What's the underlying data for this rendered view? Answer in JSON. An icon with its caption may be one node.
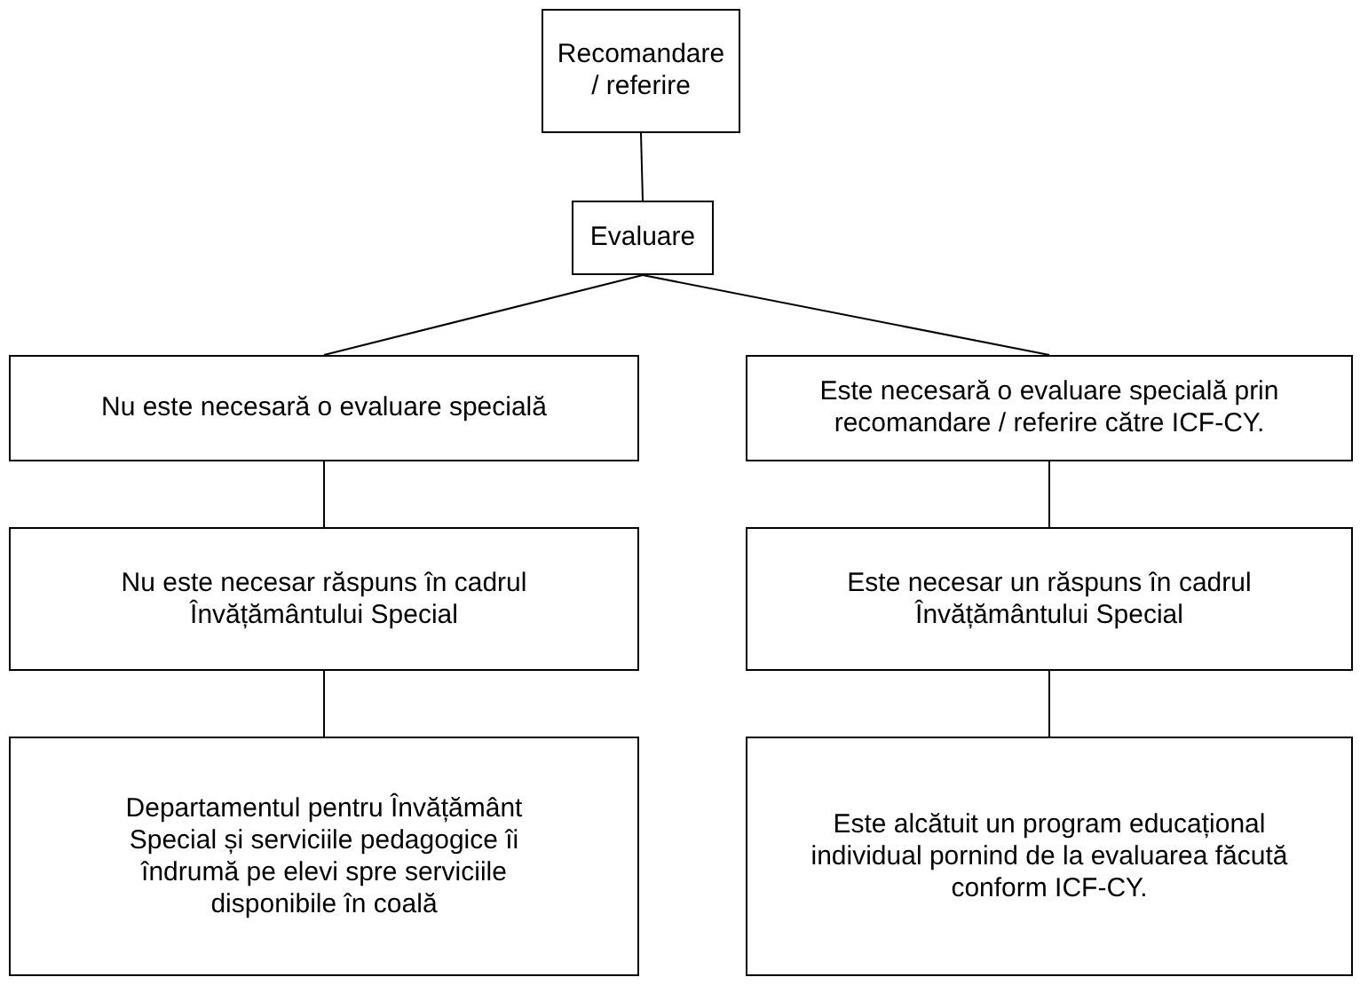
{
  "diagram": {
    "nodes": [
      {
        "text": [
          "Recomandare / referire"
        ]
      },
      {
        "text": [
          "Evaluare"
        ]
      },
      {
        "text": [
          "Nu este necesară o evaluare specială"
        ]
      },
      {
        "text": [
          "Este necesară o evaluare specială prin recomandare / referire către ICF-CY."
        ]
      },
      {
        "text": [
          "Nu este necesar răspuns în cadrul Învățământului Special"
        ]
      },
      {
        "text": [
          "Este necesar un răspuns în cadrul Învățământului Special"
        ]
      },
      {
        "text": [
          "Departamentul pentru Învățământ Special și serviciile pedagogice îi îndrumă pe elevi spre serviciile disponibile în coală"
        ]
      },
      {
        "text": [
          "Este alcătuit un program educațional individual pornind de la evaluarea făcută conform ICF-CY."
        ]
      }
    ],
    "edges": [
      {
        "from": 0,
        "to": 1,
        "arrow": "none"
      },
      {
        "from": 1,
        "to": 2,
        "arrow": "none"
      },
      {
        "from": 1,
        "to": 3,
        "arrow": "none"
      },
      {
        "from": 2,
        "to": 4,
        "arrow": "none"
      },
      {
        "from": 4,
        "to": 6,
        "arrow": "none"
      },
      {
        "from": 3,
        "to": 5,
        "arrow": "none"
      },
      {
        "from": 5,
        "to": 7,
        "arrow": "none"
      }
    ]
  }
}
